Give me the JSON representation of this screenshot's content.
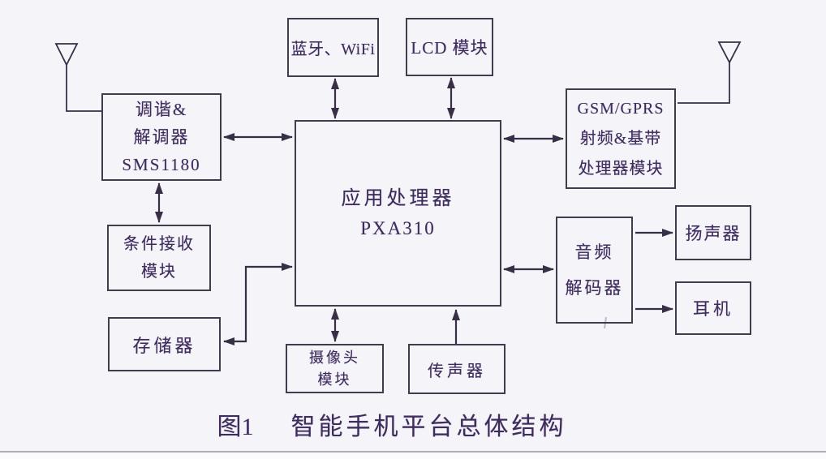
{
  "page": {
    "background": "#f5f4f8",
    "ink": "#3e2c5e",
    "line_color": "#372f46",
    "border_color": "#403b4d"
  },
  "caption": {
    "figure_label": "图1",
    "title": "智能手机平台总体结构"
  },
  "boxes": {
    "bluetooth_wifi": {
      "lines": [
        "蓝牙、WiFi"
      ]
    },
    "lcd_module": {
      "lines": [
        "LCD 模块"
      ]
    },
    "tuner_demodulator": {
      "lines": [
        "调谐&",
        "解调器",
        "SMS1180"
      ]
    },
    "conditional_access": {
      "lines": [
        "条件接收",
        "模块"
      ]
    },
    "memory": {
      "lines": [
        "存储器"
      ]
    },
    "application_processor": {
      "lines": [
        "应用处理器",
        "PXA310"
      ]
    },
    "gsm_gprs_rf_baseband": {
      "lines": [
        "GSM/GPRS",
        "射频&基带",
        "处理器模块"
      ]
    },
    "audio_decoder": {
      "lines": [
        "音频",
        "解码器"
      ]
    },
    "speaker": {
      "lines": [
        "扬声器"
      ]
    },
    "earphone": {
      "lines": [
        "耳机"
      ]
    },
    "camera_module": {
      "lines": [
        "摄像头",
        "模块"
      ]
    },
    "microphone": {
      "lines": [
        "传声器"
      ]
    }
  }
}
